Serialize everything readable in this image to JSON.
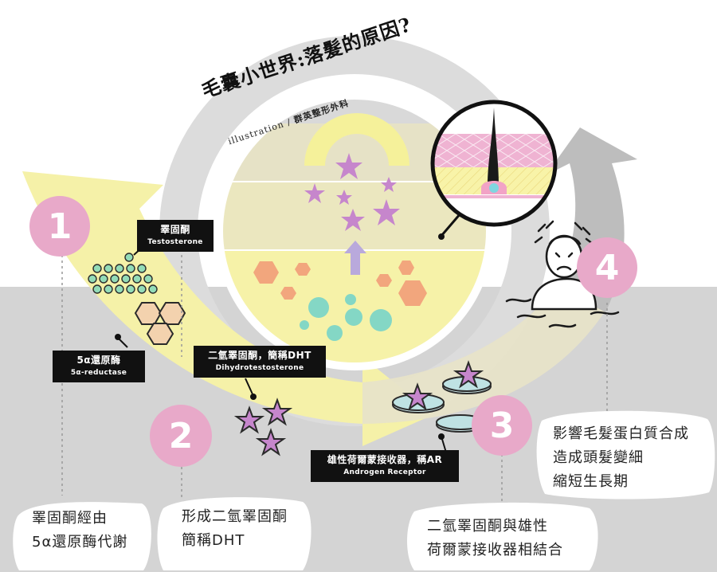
{
  "title": "毛囊小世界:落髮的原因?",
  "credit": {
    "prefix": "illustration / ",
    "name": "群英整形外科"
  },
  "colors": {
    "badge": "#e8a9c9",
    "yellow": "#f6f2a6",
    "beige": "#e7e3c6",
    "gray": "#d2d2d2",
    "pink_star": "#c686cc",
    "teal": "#7fd6c6",
    "orange": "#f2a67d"
  },
  "steps": [
    {
      "number": "1",
      "caption": [
        "睪固酮經由",
        "5α還原酶代謝"
      ]
    },
    {
      "number": "2",
      "caption": [
        "形成二氫睪固酮",
        "簡稱DHT"
      ]
    },
    {
      "number": "3",
      "caption": [
        "二氫睪固酮與雄性",
        "荷爾蒙接收器相結合"
      ]
    },
    {
      "number": "4",
      "caption": [
        "影響毛髮蛋白質合成",
        "造成頭髮變細",
        "縮短生長期"
      ]
    }
  ],
  "labels": {
    "testosterone": {
      "zh": "睪固酮",
      "en": "Testosterone"
    },
    "reductase": {
      "zh": "5α還原酶",
      "en": "5α-reductase"
    },
    "dht": {
      "zh": "二氫睪固酮，簡稱DHT",
      "en": "Dihydrotestosterone"
    },
    "receptor": {
      "zh": "雄性荷爾蒙接收器，稱AR",
      "en": "Androgen Receptor"
    }
  }
}
